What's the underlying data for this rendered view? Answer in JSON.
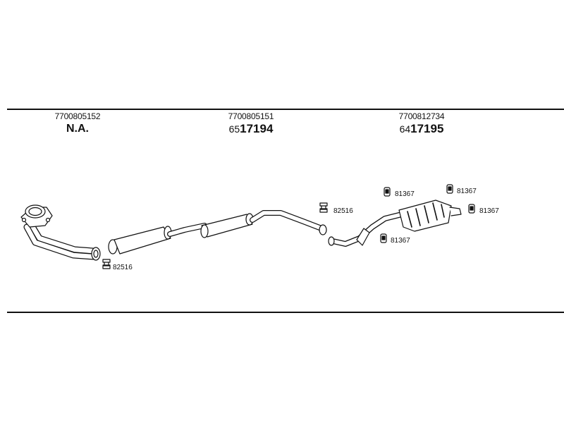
{
  "columns": [
    {
      "oem": "7700805152",
      "ref_prefix": "",
      "ref_main": "N.A."
    },
    {
      "oem": "7700805151",
      "ref_prefix": "65",
      "ref_main": "17194"
    },
    {
      "oem": "7700812734",
      "ref_prefix": "64",
      "ref_main": "17195"
    }
  ],
  "part_labels": {
    "clamp_front": "82516",
    "clamp_mid": "82516",
    "mount_1": "81367",
    "mount_2": "81367",
    "mount_3": "81367",
    "mount_4": "81367"
  }
}
